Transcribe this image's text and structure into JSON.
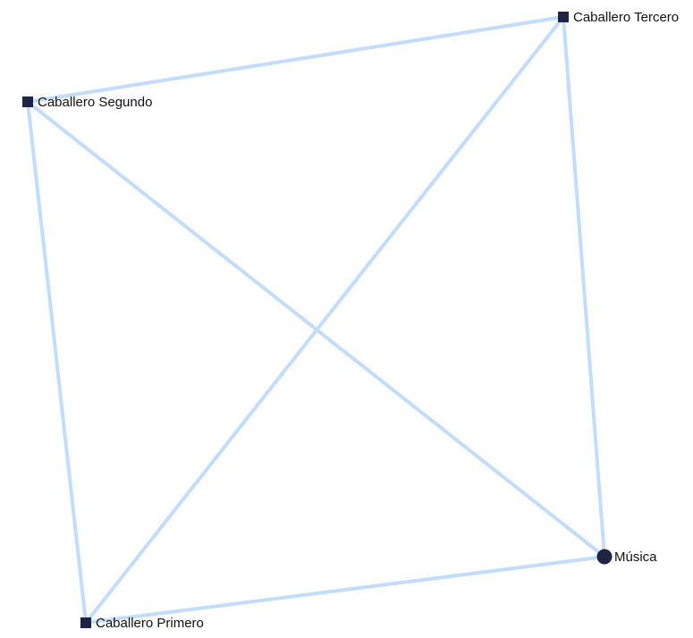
{
  "graph": {
    "edge_color": "#c2ddfb",
    "node_color": "#1f2345",
    "nodes": [
      {
        "id": "tercero",
        "label": "Caballero Tercero",
        "shape": "square"
      },
      {
        "id": "segundo",
        "label": "Caballero Segundo",
        "shape": "square"
      },
      {
        "id": "musica",
        "label": "Música",
        "shape": "circle"
      },
      {
        "id": "primero",
        "label": "Caballero Primero",
        "shape": "square"
      }
    ],
    "edges": [
      {
        "source": "segundo",
        "target": "tercero"
      },
      {
        "source": "tercero",
        "target": "primero"
      },
      {
        "source": "tercero",
        "target": "musica"
      },
      {
        "source": "segundo",
        "target": "musica"
      },
      {
        "source": "segundo",
        "target": "primero"
      },
      {
        "source": "primero",
        "target": "musica"
      }
    ]
  }
}
